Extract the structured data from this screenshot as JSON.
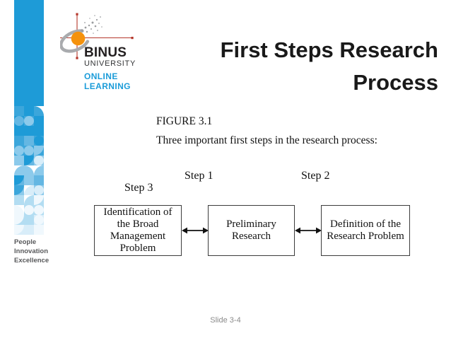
{
  "sidebar": {
    "motto": [
      "People",
      "Innovation",
      "Excellence"
    ]
  },
  "logo": {
    "brand": "BINUS",
    "university": "UNIVERSITY",
    "online": "ONLINE",
    "learning": "LEARNING",
    "colors": {
      "bar_blue": "#1e9bd7",
      "text_blue": "#1b9cd9",
      "orange": "#f5920d",
      "crosshair_red": "#b5372b",
      "swoosh_gray": "#a9abae"
    }
  },
  "title": {
    "lines": [
      "First Steps Research",
      "Process"
    ]
  },
  "figure": {
    "label": "FIGURE 3.1",
    "caption": "Three important first steps in the research process:",
    "steps": [
      {
        "label": "Step 1"
      },
      {
        "label": "Step 2"
      },
      {
        "label": "Step 3"
      }
    ],
    "boxes": [
      {
        "text": "Identification of the Broad Management Problem"
      },
      {
        "text": "Preliminary Research"
      },
      {
        "text": "Definition of the Research Problem"
      }
    ]
  },
  "footer": {
    "slide_label": "Slide 3-4"
  }
}
